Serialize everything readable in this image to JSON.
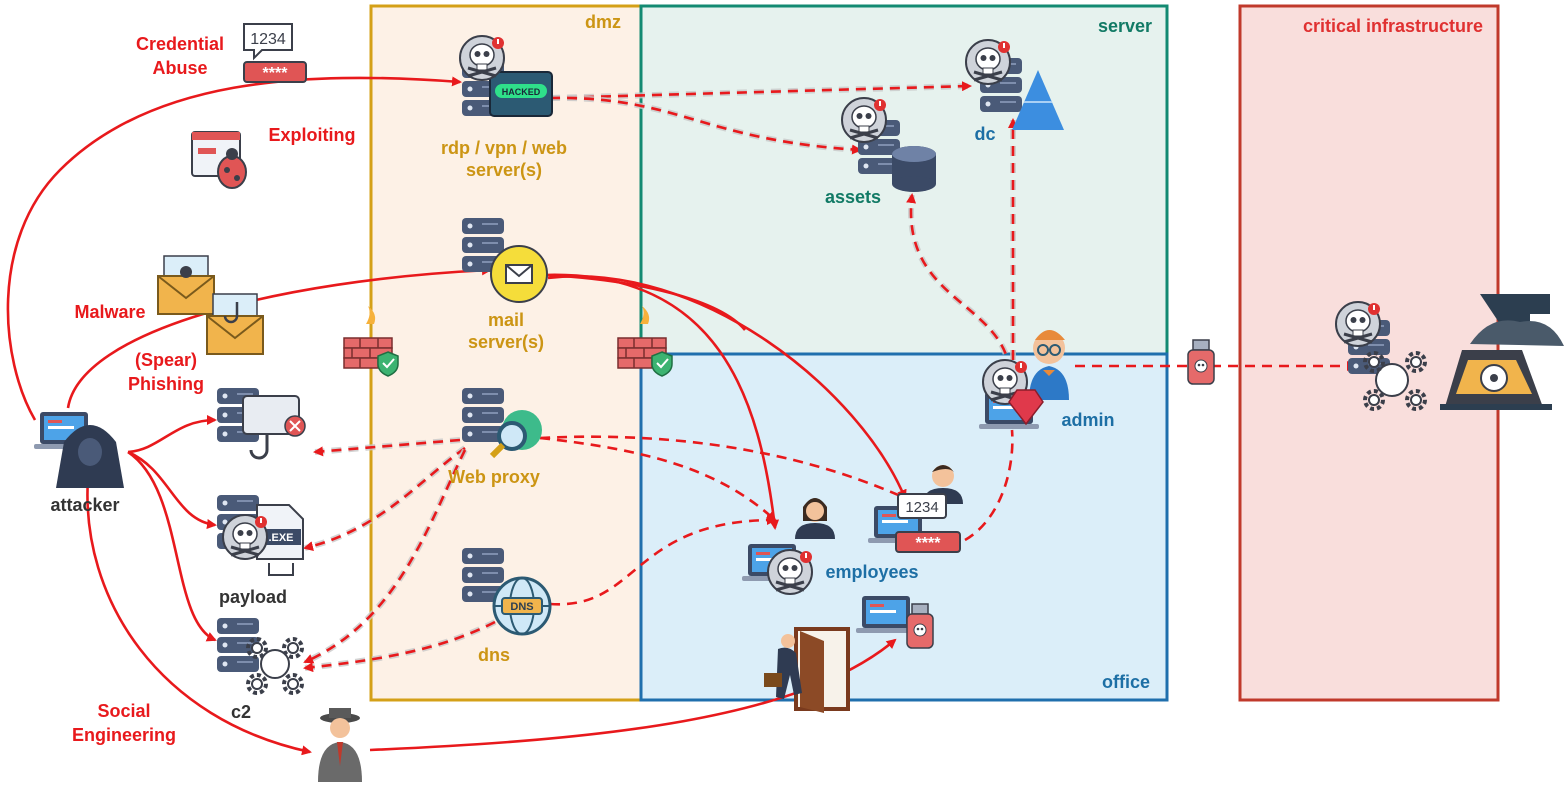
{
  "zones": {
    "dmz": "dmz",
    "server": "server",
    "office": "office",
    "critical": "critical infrastructure"
  },
  "attack_vectors": {
    "credential_abuse_1": "Credential",
    "credential_abuse_2": "Abuse",
    "exploiting": "Exploiting",
    "malware": "Malware",
    "phishing_1": "(Spear)",
    "phishing_2": "Phishing",
    "social_1": "Social",
    "social_2": "Engineering"
  },
  "nodes": {
    "attacker": "attacker",
    "payload": "payload",
    "c2": "c2",
    "rdp_1": "rdp / vpn / web",
    "rdp_2": "server(s)",
    "mail_1": "mail",
    "mail_2": "server(s)",
    "web_proxy": "Web proxy",
    "dns": "dns",
    "dc": "dc",
    "assets": "assets",
    "admin": "admin",
    "employees": "employees"
  },
  "icon_text": {
    "hacked": "HACKED",
    "pin": "1234",
    "password": "****",
    "exe": ".EXE",
    "dns": "DNS"
  },
  "colors": {
    "arrow": "#e8191c",
    "dmz_border": "#d4a017",
    "dmz_fill": "#fdf1e6",
    "server_border": "#138a72",
    "server_fill": "#e6f2ee",
    "office_border": "#1f6fad",
    "office_fill": "#dbeef9",
    "critical_border": "#c0392b",
    "critical_fill": "#f9dedc"
  }
}
